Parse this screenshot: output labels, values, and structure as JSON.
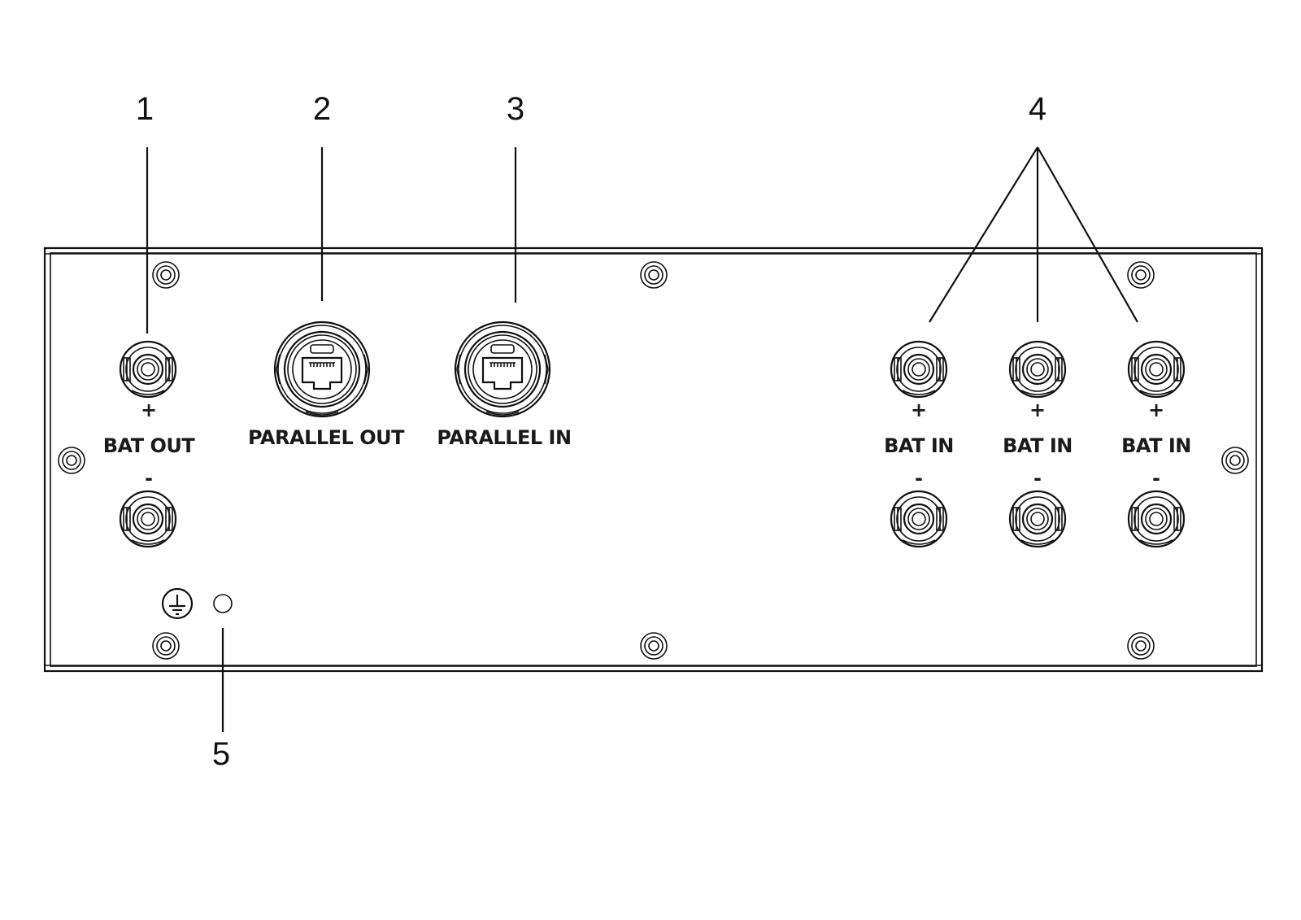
{
  "callouts": {
    "c1": "1",
    "c2": "2",
    "c3": "3",
    "c4": "4",
    "c5": "5"
  },
  "labels": {
    "bat_out": "BAT OUT",
    "parallel_out": "PARALLEL OUT",
    "parallel_in": "PARALLEL IN",
    "bat_in_1": "BAT IN",
    "bat_in_2": "BAT IN",
    "bat_in_3": "BAT IN",
    "plus": "+",
    "minus": "-"
  },
  "icons": {
    "ground": "ground-symbol-icon",
    "rj45": "rj45-port-icon",
    "terminal": "battery-terminal-icon",
    "screw": "screw-icon"
  },
  "colors": {
    "line": "#111111",
    "background": "#ffffff"
  }
}
